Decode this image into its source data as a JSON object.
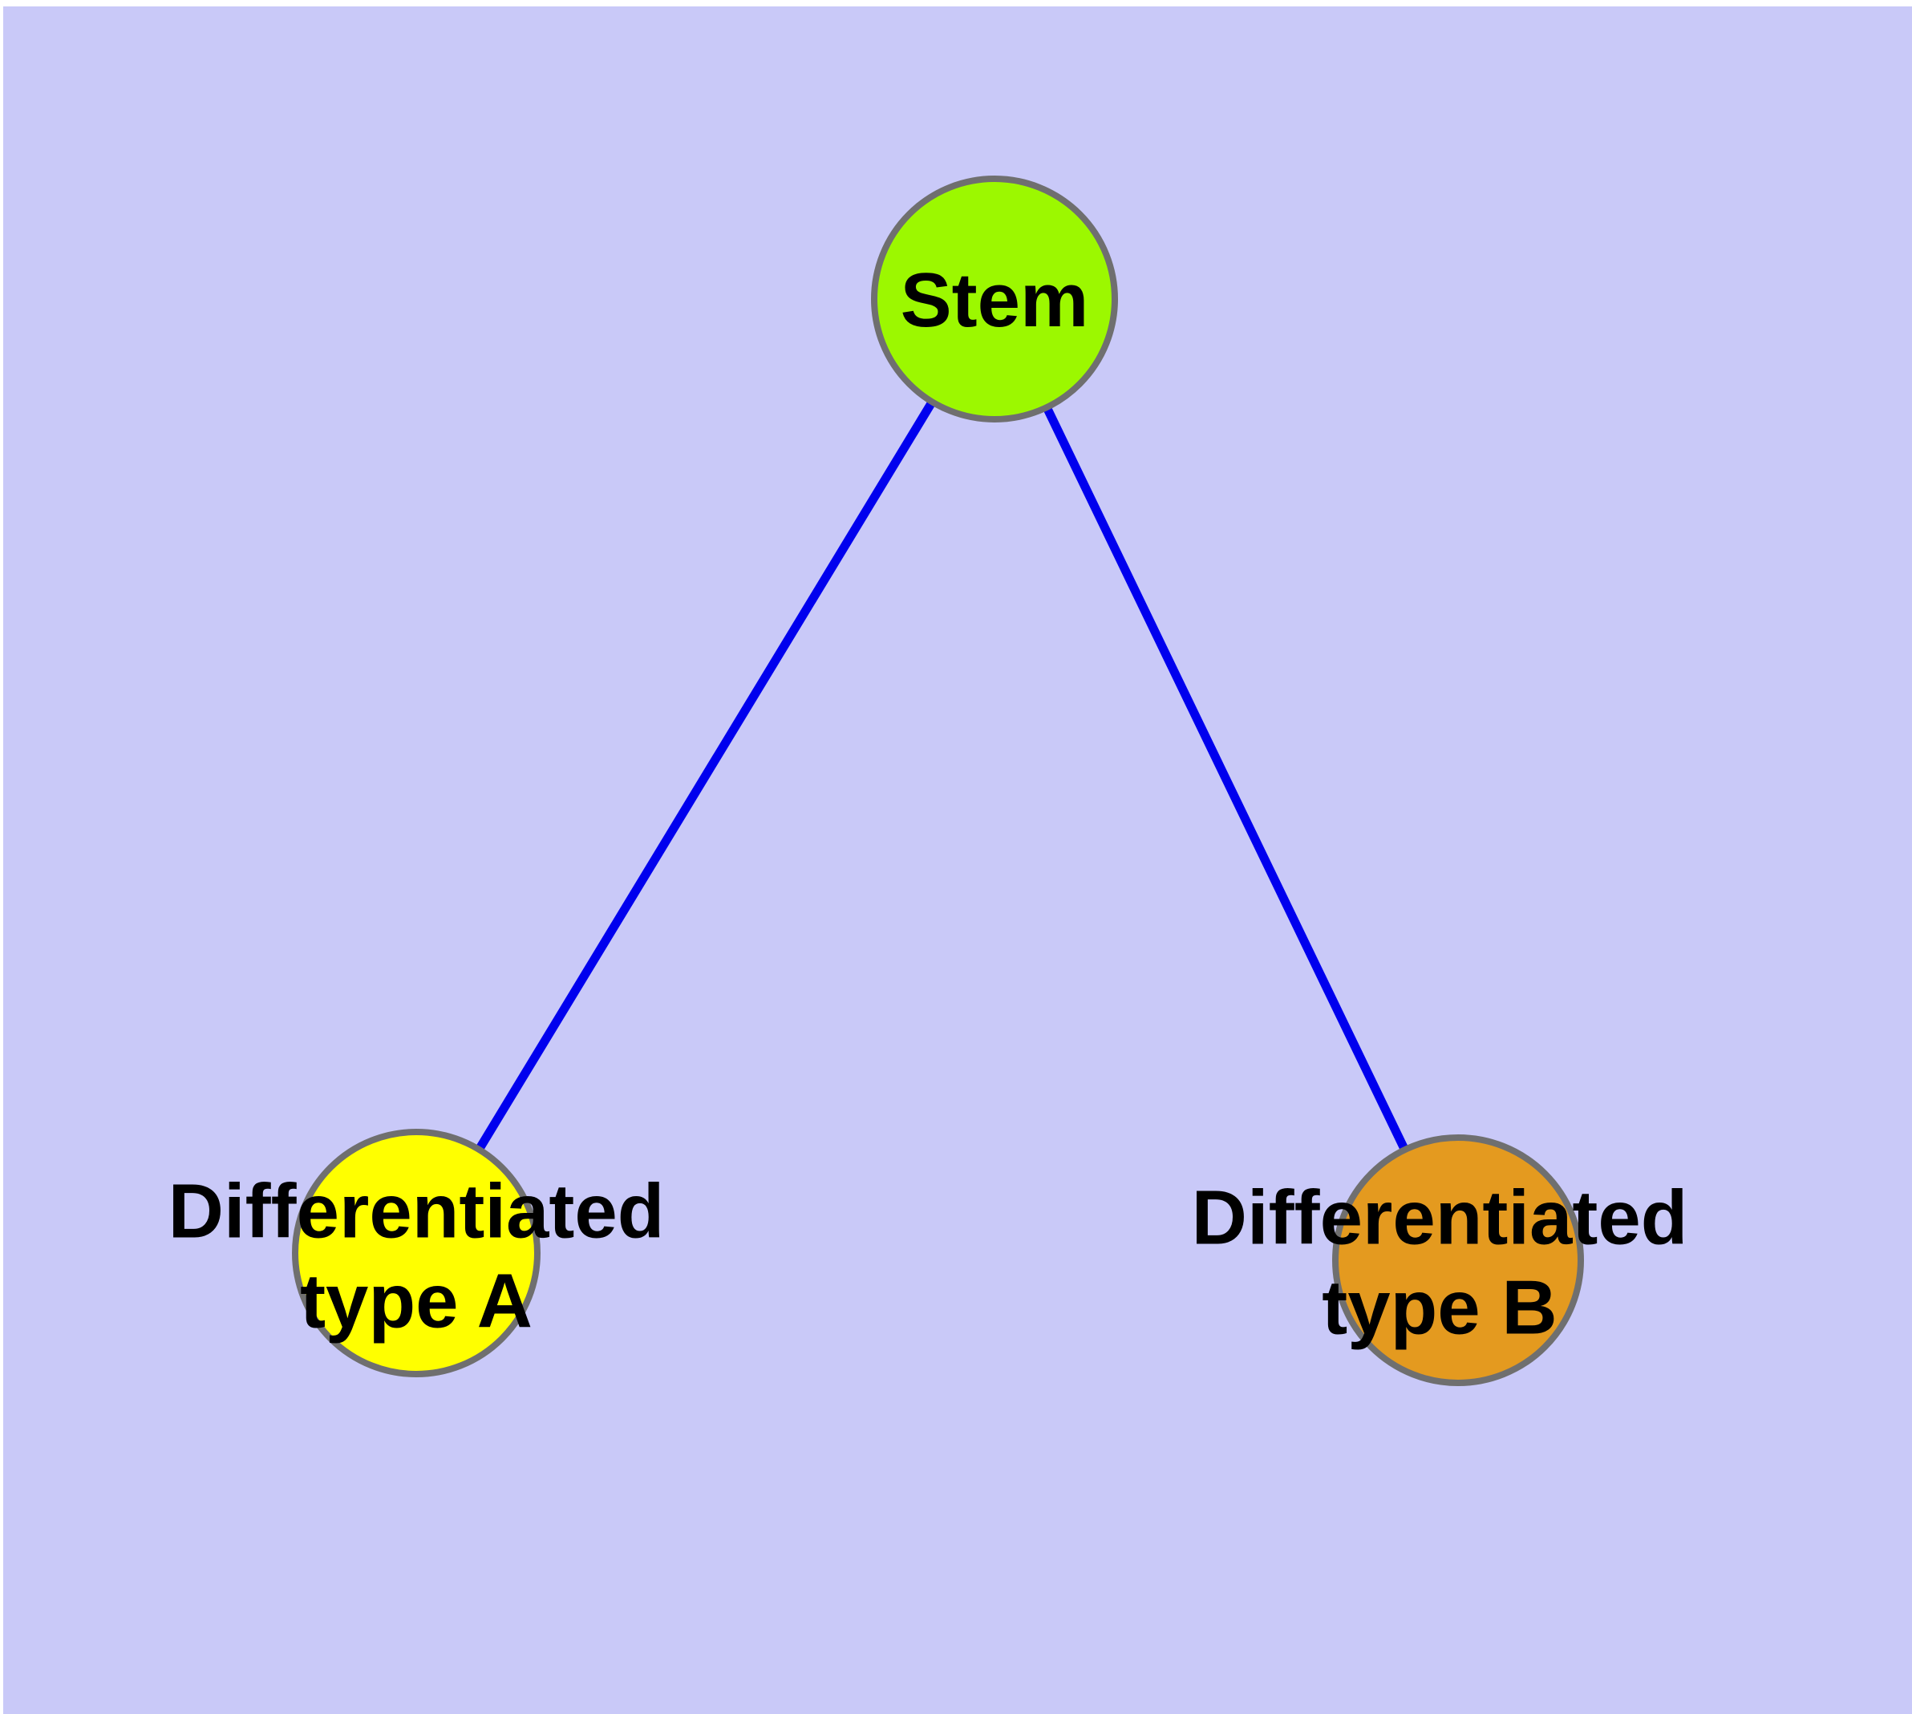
{
  "diagram": {
    "description": "Cell differentiation graph: one stem node linked to two differentiated type nodes",
    "background_color": "#C9C9F8",
    "page_margin_color": "#FFFFFF",
    "edge_color": "#0000EE",
    "node_border_color": "#6F6F6F",
    "label_color": "#000000",
    "nodes": [
      {
        "id": "stem",
        "label": "Stem",
        "label_line1": "Stem",
        "label_line2": "",
        "fill": "#9CF800"
      },
      {
        "id": "type-a",
        "label": "Differentiated type A",
        "label_line1": "Differentiated",
        "label_line2": "type A",
        "fill": "#FFFF00"
      },
      {
        "id": "type-b",
        "label": "Differentiated type B",
        "label_line1": "Differentiated",
        "label_line2": "type B",
        "fill": "#E49A1F"
      }
    ],
    "edges": [
      {
        "from": "stem",
        "to": "type-a"
      },
      {
        "from": "stem",
        "to": "type-b"
      }
    ]
  }
}
